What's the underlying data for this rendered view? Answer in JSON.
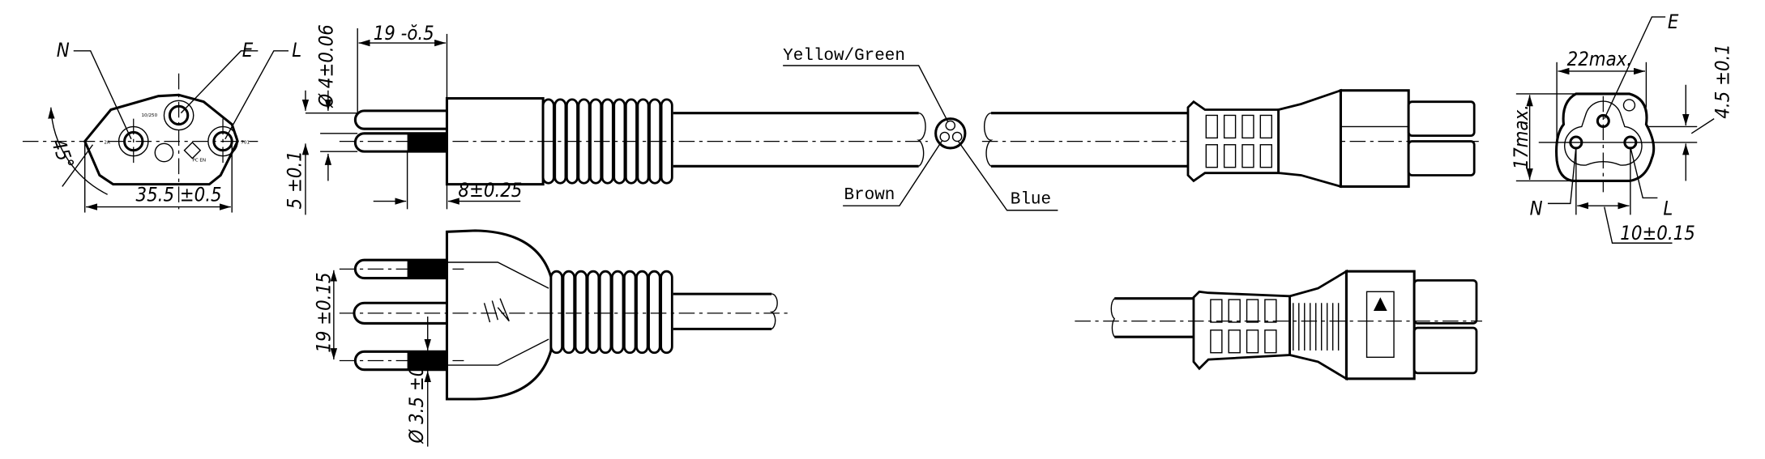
{
  "plug_face": {
    "pin_labels": {
      "n": "N",
      "e": "E",
      "l": "L"
    },
    "angle": "45°",
    "width_dim": "35.5 ±0.5",
    "marks": {
      "rating": "10/250",
      "amp": "2A",
      "code": "701",
      "cert": "PC EN"
    }
  },
  "plug_side": {
    "pin_length": "19 -ŏ.5",
    "pin_diameter": "Ø 4±0.06",
    "pin_spacing": "5 ±0.1",
    "insulation_length": "8±0.25"
  },
  "plug_top": {
    "pin_pitch": "19 ±0.15",
    "pin_diameter": "Ø 3.5 ±0.1"
  },
  "cable": {
    "wire_colors": {
      "earth": "Yellow/Green",
      "neutral": "Brown",
      "live": "Blue"
    }
  },
  "connector_face": {
    "pin_labels": {
      "e": "E",
      "n": "N",
      "l": "L"
    },
    "width_dim": "22max.",
    "height_dim": "17max.",
    "offset_dim": "4.5 ±0.1",
    "pitch_dim": "10±0.15"
  }
}
